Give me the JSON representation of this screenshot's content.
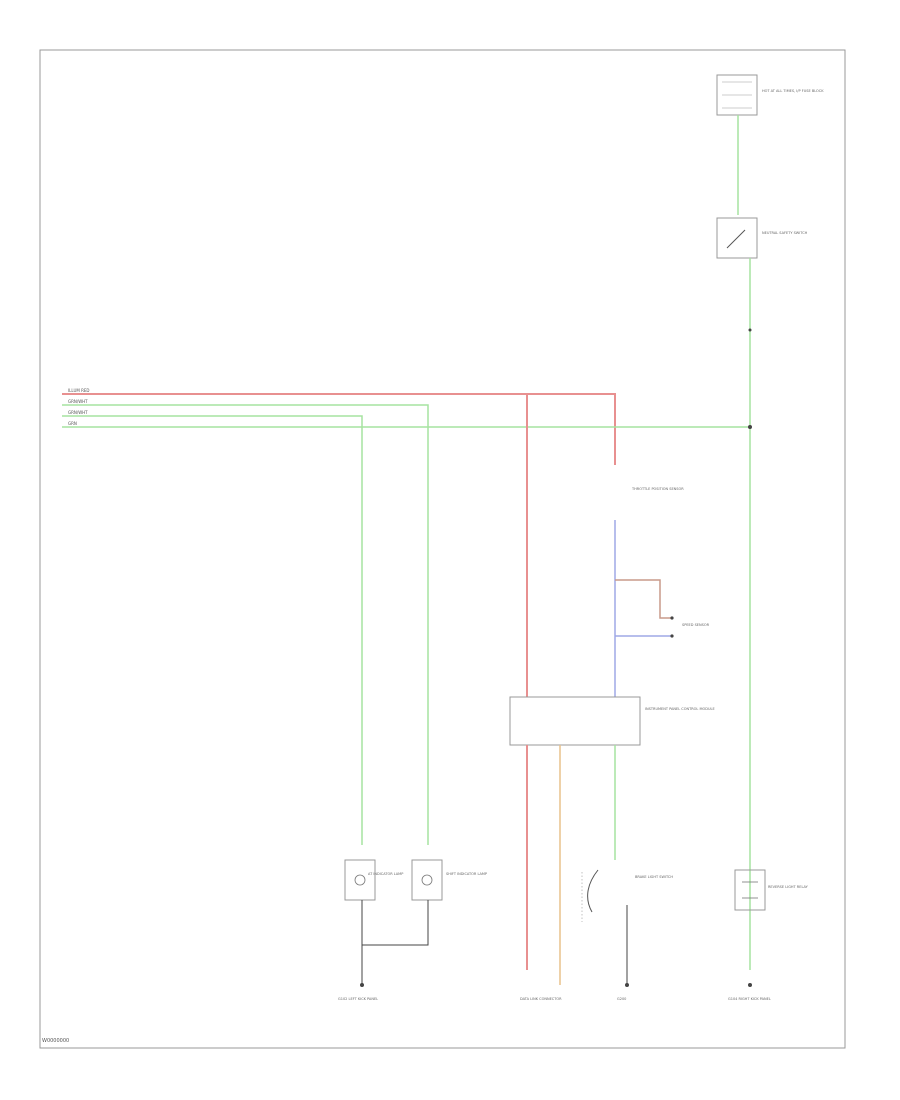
{
  "colors": {
    "red": "#e89090",
    "green": "#a6e3a0",
    "blue": "#9fa8e6",
    "brown": "#c99a8a",
    "orange": "#e8c28c",
    "border": "#999999",
    "ground": "#444444"
  },
  "bus_labels": [
    "ILLUM RED",
    "GRN/WHT",
    "GRN/WHT",
    "GRN"
  ],
  "components": {
    "top_fuse_box": "HOT AT ALL TIMES, I/P FUSE BLOCK",
    "top_switch": "NEUTRAL SAFETY SWITCH",
    "mid_module": "THROTTLE POSITION SENSOR",
    "side_sensor": "SPEED SENSOR",
    "main_ecu": "INSTRUMENT PANEL CONTROL MODULE",
    "left_lamp_1": "AT INDICATOR LAMP",
    "left_lamp_2": "SHIFT INDICATOR LAMP",
    "brake_switch": "BRAKE LIGHT SWITCH",
    "right_relay": "REVERSE LIGHT RELAY"
  },
  "grounds": {
    "g1": "G102 LEFT KICK PANEL",
    "g2": "DATA LINK CONNECTOR",
    "g3": "G200",
    "g4": "G104 RIGHT KICK PANEL"
  },
  "diagram_code": "W0000000"
}
